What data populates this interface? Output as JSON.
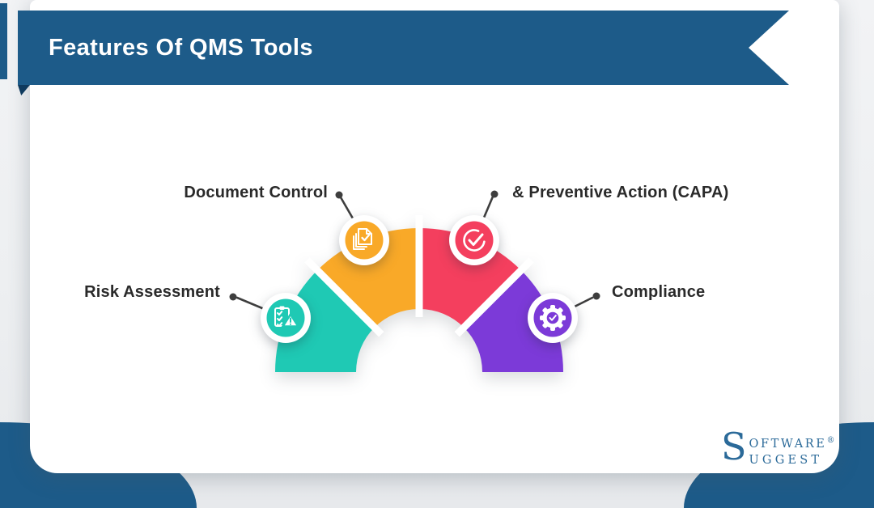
{
  "header": {
    "title": "Features Of QMS Tools"
  },
  "diagram": {
    "type": "semicircle-feature-infographic",
    "features": [
      {
        "label": "Risk Assessment",
        "color": "#1fc9b4",
        "icon": "clipboard-warning-icon",
        "label_side": "left"
      },
      {
        "label": "Document Control",
        "color": "#f9a928",
        "icon": "stacked-documents-icon",
        "label_side": "left"
      },
      {
        "label": "& Preventive Action (CAPA)",
        "color": "#f43f5e",
        "icon": "circular-check-icon",
        "label_side": "right"
      },
      {
        "label": "Compliance",
        "color": "#7c3ad8",
        "icon": "gear-check-icon",
        "label_side": "right"
      }
    ]
  },
  "logo": {
    "s": "S",
    "top": "OFTWARE",
    "bottom": "UGGEST",
    "mark": "®",
    "color": "#2b6a99"
  },
  "colors": {
    "banner": "#1d5b89",
    "banner_fold": "#0f3a5e",
    "connector": "#3e3e3e",
    "label_text": "#2a2a2a",
    "card_bg": "#ffffff",
    "page_bg": "#edeff1"
  }
}
